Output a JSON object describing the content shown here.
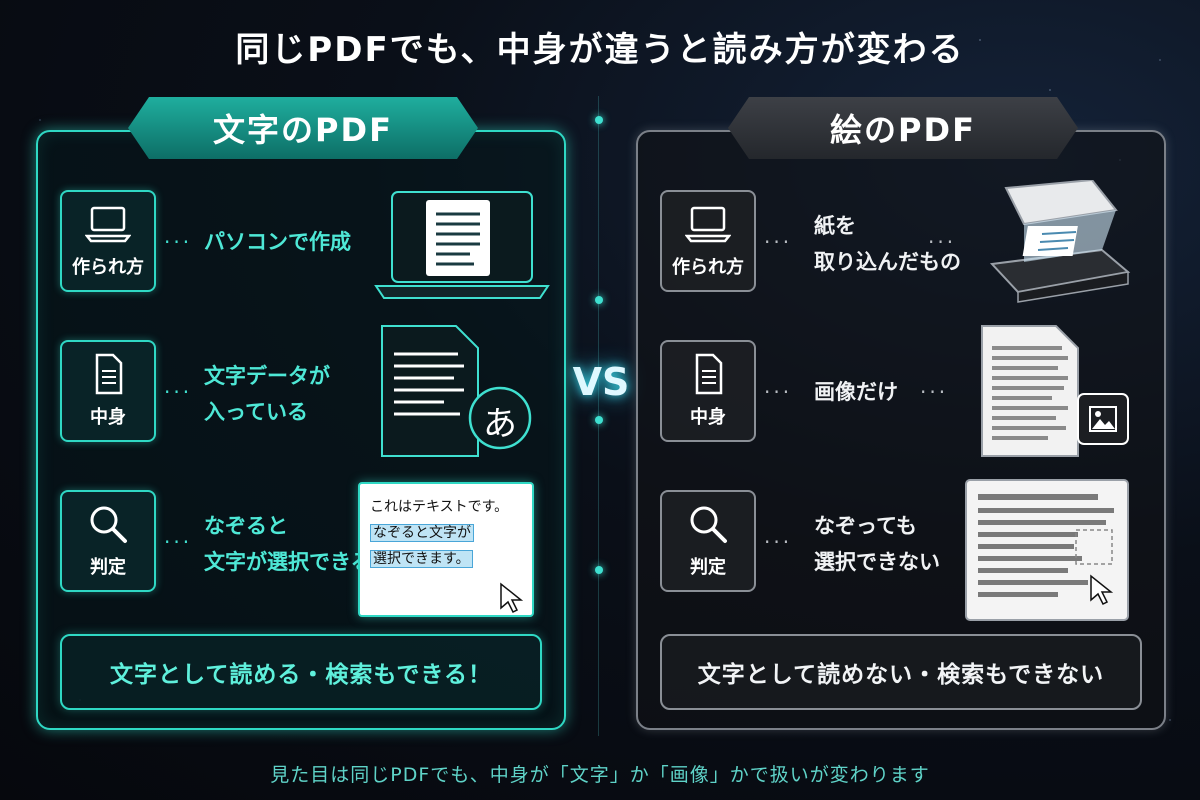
{
  "title": "同じPDFでも、中身が違うと読み方が変わる",
  "vs": "VS",
  "footer": "見た目は同じPDFでも、中身が「文字」か「画像」かで扱いが変わります",
  "left": {
    "heading": "文字のPDF",
    "rows": [
      {
        "label": "作られ方",
        "desc_line1": "パソコンで作成",
        "desc_line2": ""
      },
      {
        "label": "中身",
        "desc_line1": "文字データが",
        "desc_line2": "入っている"
      },
      {
        "label": "判定",
        "desc_line1": "なぞると",
        "desc_line2": "文字が選択できる"
      }
    ],
    "kana_glyph": "あ",
    "sample_text": {
      "line1": "これはテキストです。",
      "line2": "なぞると文字が",
      "line3": "選択できます。"
    },
    "bottom": "文字として読める・検索もできる！"
  },
  "right": {
    "heading": "絵のPDF",
    "rows": [
      {
        "label": "作られ方",
        "desc_line1": "紙を",
        "desc_line2": "取り込んだもの"
      },
      {
        "label": "中身",
        "desc_line1": "画像だけ",
        "desc_line2": ""
      },
      {
        "label": "判定",
        "desc_line1": "なぞっても",
        "desc_line2": "選択できない"
      }
    ],
    "bottom": "文字として読めない・検索もできない"
  },
  "colors": {
    "accent": "#2fd8c4",
    "accent_text": "#4ee8d6",
    "gray_border": "#7b8088"
  },
  "icons": [
    "laptop-icon",
    "document-icon",
    "magnifier-icon",
    "image-icon",
    "cursor-icon",
    "scanner-icon"
  ]
}
